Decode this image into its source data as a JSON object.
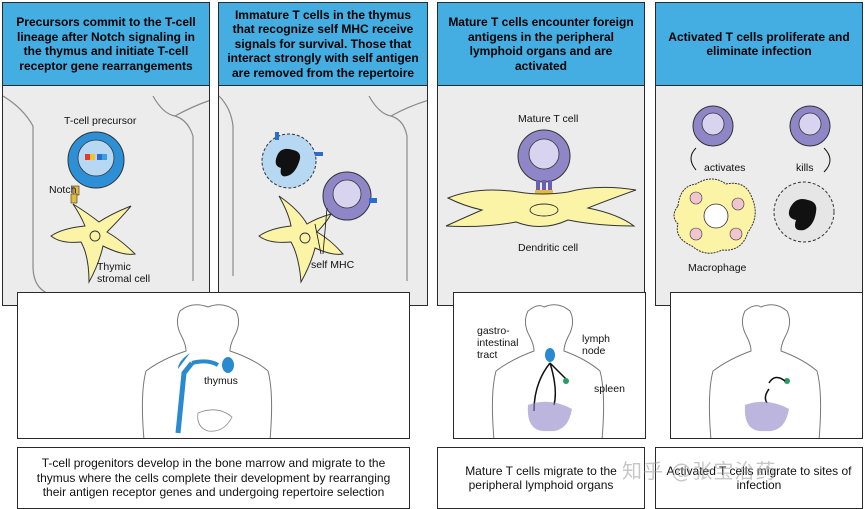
{
  "panels": [
    {
      "header": "Precursors commit to the T-cell lineage after Notch signaling in the thymus and initiate T-cell receptor gene rearrangements"
    },
    {
      "header": "Immature T cells in the thymus that recognize self MHC receive signals for survival. Those that interact strongly with self antigen are removed from the repertoire"
    },
    {
      "header": "Mature T cells encounter foreign antigens in the peripheral lymphoid organs and are activated"
    },
    {
      "header": "Activated T cells proliferate and eliminate infection"
    }
  ],
  "labels": {
    "t_cell_precursor": "T-cell precursor",
    "notch": "Notch",
    "thymic_stromal_1": "Thymic",
    "thymic_stromal_2": "stromal cell",
    "self_mhc": "self MHC",
    "mature_t_cell": "Mature T cell",
    "dendritic_cell": "Dendritic cell",
    "activates": "activates",
    "kills": "kills",
    "macrophage": "Macrophage",
    "thymus": "thymus",
    "gastro_1": "gastro-",
    "gastro_2": "intestinal",
    "gastro_3": "tract",
    "lymph_1": "lymph",
    "lymph_2": "node",
    "spleen": "spleen"
  },
  "captions": {
    "left": "T-cell progenitors develop in the bone marrow and migrate to the thymus where the cells complete their development by rearranging their antigen receptor genes and undergoing repertoire selection",
    "middle": "Mature T cells migrate to the peripheral lymphoid organs",
    "right": "Activated T cells migrate to sites of infection"
  },
  "watermark": "知乎 @张宝治药",
  "colors": {
    "header_blue": "#44aee3",
    "panel_gray": "#ececec",
    "tcell_purple": "#8f86c8",
    "stromal_yellow": "#fbf3a6"
  }
}
